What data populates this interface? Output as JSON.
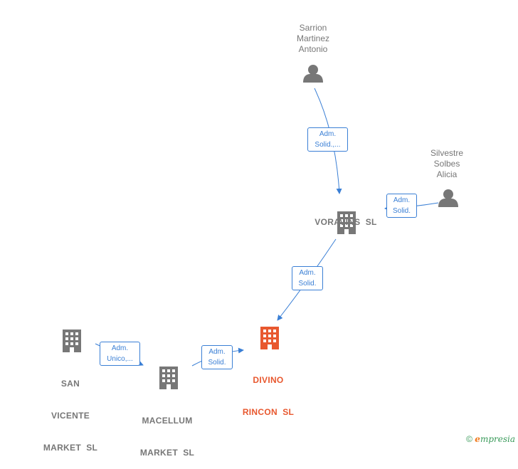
{
  "nodes": {
    "sarrion": {
      "label_lines": [
        "Sarrion",
        "Martinez",
        "Antonio"
      ]
    },
    "silvestre": {
      "label_lines": [
        "Silvestre",
        "Solbes",
        "Alicia"
      ]
    },
    "voravins": {
      "label_lines": [
        "VORAVINS  SL"
      ]
    },
    "divino": {
      "label_lines": [
        "DIVINO",
        "RINCON  SL"
      ]
    },
    "san_vicente": {
      "label_lines": [
        "SAN",
        "VICENTE",
        "MARKET  SL"
      ]
    },
    "macellum": {
      "label_lines": [
        "MACELLUM",
        "MARKET  SL"
      ]
    }
  },
  "edges": {
    "sarrion_voravins": {
      "lines": [
        "Adm.",
        "Solid.,..."
      ]
    },
    "silvestre_voravins": {
      "lines": [
        "Adm.",
        "Solid."
      ]
    },
    "voravins_divino": {
      "lines": [
        "Adm.",
        "Solid."
      ]
    },
    "sanvicente_macellum": {
      "lines": [
        "Adm.",
        "Unico,..."
      ]
    },
    "macellum_divino": {
      "lines": [
        "Adm.",
        "Solid."
      ]
    }
  },
  "footer": {
    "copyright_symbol": "©",
    "brand_first": "e",
    "brand_rest": "mpresia"
  },
  "colors": {
    "edge": "#3a7fd5",
    "icon": "#777777",
    "focus": "#e8582f"
  }
}
